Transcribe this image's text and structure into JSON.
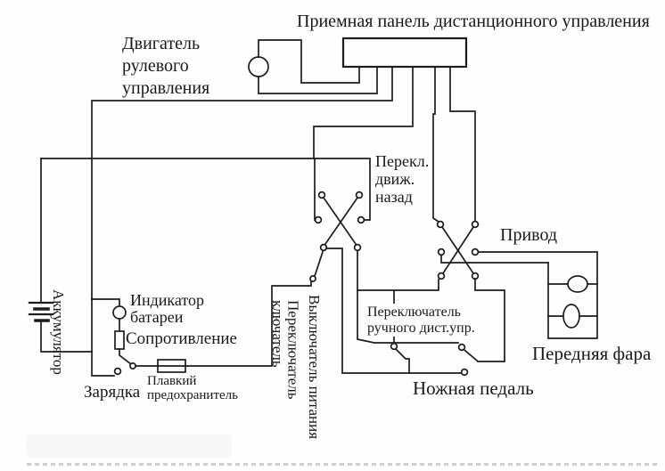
{
  "diagram": {
    "title": "Приемная панель дистанционного управления",
    "labels": {
      "steering_motor": "Двигатель\nрулевого\nуправления",
      "reverse_switch": "Перекл.\nдвиж.\nназад",
      "drive": "Привод",
      "hand_remote_switch": "Переключатель\nручного дист.упр.",
      "front_light": "Передняя фара",
      "foot_pedal": "Ножная педаль",
      "battery_indicator": "Индикатор\nбатареи",
      "resistance": "Сопротивление",
      "charging": "Зарядка",
      "fuse": "Плавкий\nпредохранитель",
      "battery": "Аккумулятор",
      "key_switch": "Переключатель\nключатель",
      "power_switch": "Выключатель питания"
    },
    "colors": {
      "ink": "#1c1c1c",
      "paper": "#fefefe"
    }
  }
}
